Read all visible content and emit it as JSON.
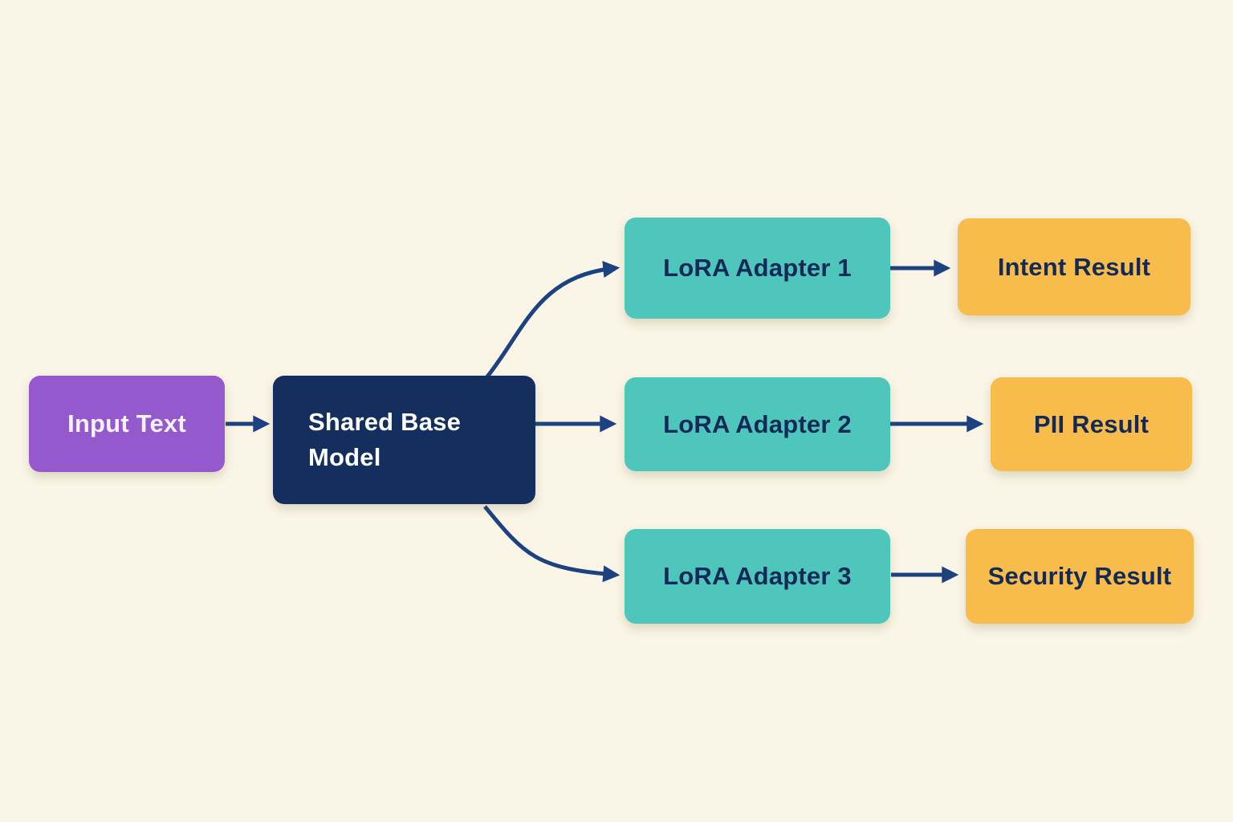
{
  "diagram": {
    "type": "flowchart",
    "background_color": "#FAF5E6",
    "colors": {
      "input_node": "#9459CD",
      "base_node": "#142F5E",
      "adapter_node": "#4EC6BC",
      "result_node": "#F8BC4D",
      "arrow": "#1C4380",
      "text_on_dark": "#FFFFFF",
      "text_on_light": "#132A56"
    },
    "nodes": {
      "input": {
        "label": "Input Text",
        "color_role": "input_node"
      },
      "base": {
        "label": "Shared Base Model",
        "color_role": "base_node"
      },
      "adapter1": {
        "label": "LoRA Adapter 1",
        "color_role": "adapter_node"
      },
      "adapter2": {
        "label": "LoRA Adapter 2",
        "color_role": "adapter_node"
      },
      "adapter3": {
        "label": "LoRA Adapter 3",
        "color_role": "adapter_node"
      },
      "result1": {
        "label": "Intent Result",
        "color_role": "result_node"
      },
      "result2": {
        "label": "PII Result",
        "color_role": "result_node"
      },
      "result3": {
        "label": "Security Result",
        "color_role": "result_node"
      }
    },
    "edges": [
      {
        "from": "input",
        "to": "base",
        "shape": "straight"
      },
      {
        "from": "base",
        "to": "adapter1",
        "shape": "curved-up"
      },
      {
        "from": "base",
        "to": "adapter2",
        "shape": "straight"
      },
      {
        "from": "base",
        "to": "adapter3",
        "shape": "curved-down"
      },
      {
        "from": "adapter1",
        "to": "result1",
        "shape": "straight"
      },
      {
        "from": "adapter2",
        "to": "result2",
        "shape": "straight"
      },
      {
        "from": "adapter3",
        "to": "result3",
        "shape": "straight"
      }
    ]
  }
}
